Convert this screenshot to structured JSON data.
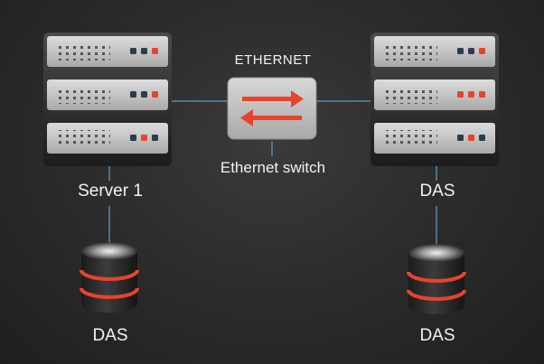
{
  "labels": {
    "ethernet": "ETHERNET",
    "switch": "Ethernet switch",
    "server": "Server 1",
    "das_right": "DAS",
    "das_bottom_left": "DAS",
    "das_bottom_right": "DAS"
  },
  "colors": {
    "background": "#2a2a2a",
    "chassis": "#c9c9c9",
    "accent": "#e8432c",
    "connector": "#5aa0d0",
    "text": "#f2f2f2"
  },
  "icons": [
    "server-rack-icon",
    "ethernet-switch-icon",
    "disk-storage-icon"
  ]
}
